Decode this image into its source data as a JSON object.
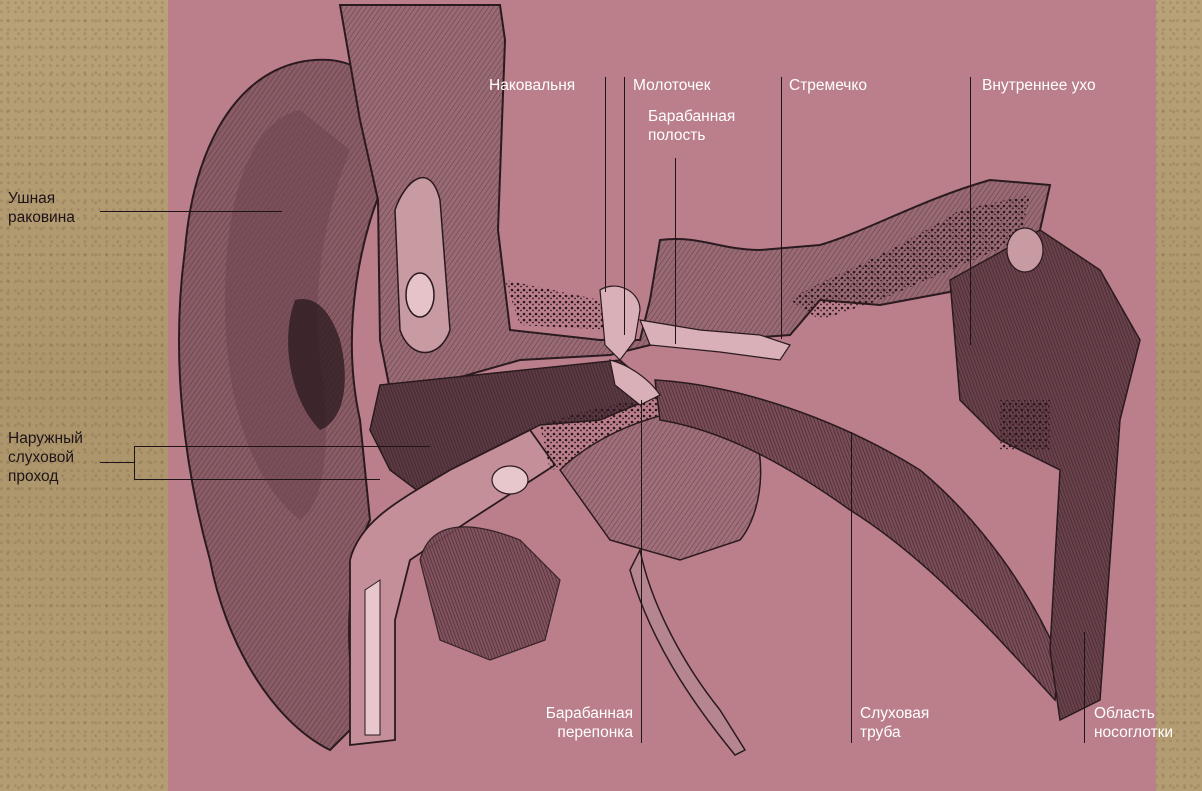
{
  "diagram": {
    "labels": {
      "auricle": "Ушная\nраковина",
      "ear_canal": "Наружный\nслуховой\nпроход",
      "incus": "Наковальня",
      "malleus": "Молоточек",
      "tympanic_cavity": "Барабанная\nполость",
      "stapes": "Стремечко",
      "inner_ear": "Внутреннее ухо",
      "eardrum": "Барабанная\nперепонка",
      "eustachian_tube": "Слуховая\nтруба",
      "nasopharynx": "Область\nносоглотки"
    },
    "colors": {
      "background_kraft": "#b59c74",
      "panel_pink": "#ba7f8a",
      "ink": "#2a1a1f",
      "label_light": "#ffffff",
      "label_dark": "#1e1417"
    }
  }
}
